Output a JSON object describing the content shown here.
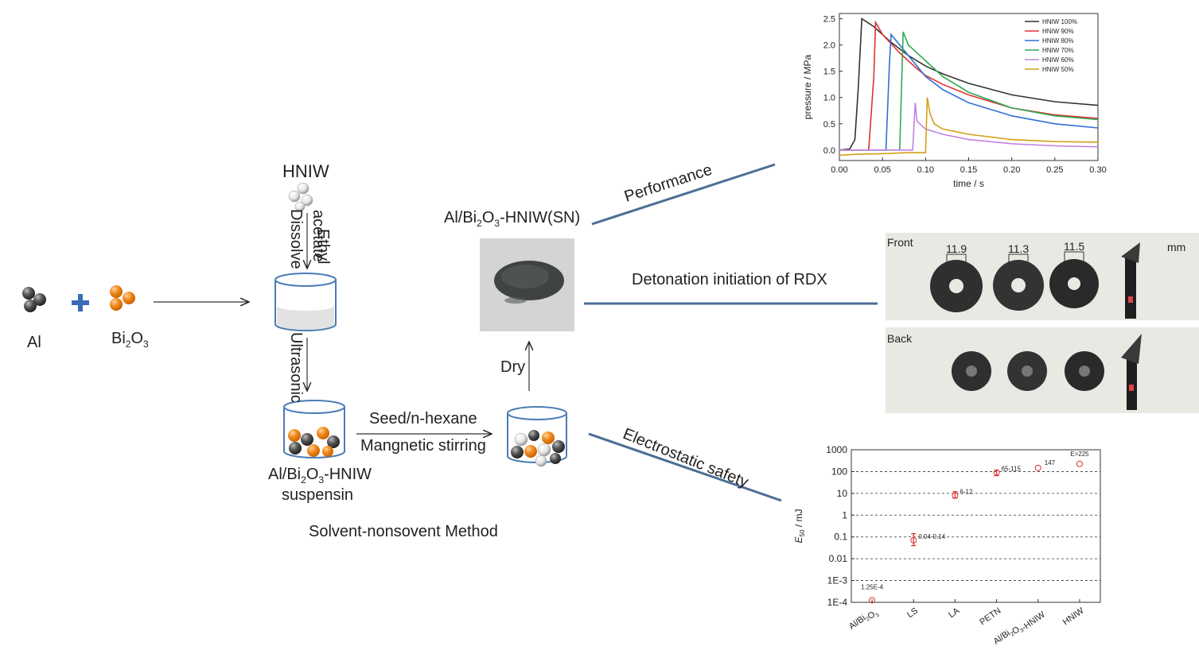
{
  "reactants": {
    "al_label": "Al",
    "bi2o3_label_main": "Bi",
    "bi2o3_sub1": "2",
    "bi2o3_label_o": "O",
    "bi2o3_sub2": "3"
  },
  "process": {
    "hniw_label": "HNIW",
    "ethyl_label": "Ethyl",
    "acetate_label": "acetate",
    "dissolve_label": "Dissolve",
    "ultrasonic_label": "Ultrasonic",
    "suspension_line1_pre": "Al/Bi",
    "suspension_line1_sub1": "2",
    "suspension_line1_mid": "O",
    "suspension_line1_sub2": "3",
    "suspension_line1_post": "-HNIW",
    "suspension_line2": "suspensin",
    "seed_label": "Seed/n-hexane",
    "stirring_label": "Mangnetic stirring",
    "dry_label": "Dry",
    "product_pre": "Al/Bi",
    "product_sub1": "2",
    "product_mid": "O",
    "product_sub2": "3",
    "product_post": "-HNIW(SN)",
    "method_label": "Solvent-nonsovent Method"
  },
  "branches": {
    "performance": "Performance",
    "detonation": "Detonation initiation of RDX",
    "electrostatic": "Electrostatic safety"
  },
  "photo": {
    "front_label": "Front",
    "back_label": "Back",
    "unit_label": "mm",
    "dims": [
      "11.9",
      "11.3",
      "11.5"
    ]
  },
  "colors": {
    "connector": "#4a6e96",
    "beaker": "#4a7db5",
    "orange_particle": "#f08a1e",
    "grey_particle": "#444444"
  },
  "chart_data": [
    {
      "type": "line",
      "xlabel": "time / s",
      "ylabel": "pressure / MPa",
      "xlim": [
        0.0,
        0.3
      ],
      "ylim": [
        -0.2,
        2.6
      ],
      "xticks": [
        "0.00",
        "0.05",
        "0.10",
        "0.15",
        "0.20",
        "0.25",
        "0.30"
      ],
      "yticks": [
        "0.0",
        "0.5",
        "1.0",
        "1.5",
        "2.0",
        "2.5"
      ],
      "legend_position": "top-right",
      "series": [
        {
          "name": "HNIW 100%",
          "color": "#333333",
          "x": [
            0.0,
            0.012,
            0.018,
            0.022,
            0.026,
            0.04,
            0.06,
            0.08,
            0.1,
            0.12,
            0.15,
            0.2,
            0.25,
            0.3
          ],
          "y": [
            0.0,
            0.02,
            0.2,
            1.2,
            2.5,
            2.35,
            2.05,
            1.8,
            1.6,
            1.45,
            1.27,
            1.05,
            0.92,
            0.85
          ]
        },
        {
          "name": "HNIW 90%",
          "color": "#e03030",
          "x": [
            0.0,
            0.034,
            0.04,
            0.042,
            0.05,
            0.07,
            0.09,
            0.1,
            0.12,
            0.15,
            0.2,
            0.25,
            0.3
          ],
          "y": [
            0.0,
            0.0,
            1.4,
            2.43,
            2.2,
            1.85,
            1.55,
            1.42,
            1.25,
            1.05,
            0.8,
            0.67,
            0.6
          ]
        },
        {
          "name": "HNIW 80%",
          "color": "#2f6fd6",
          "x": [
            0.0,
            0.054,
            0.058,
            0.06,
            0.07,
            0.09,
            0.1,
            0.12,
            0.15,
            0.2,
            0.25,
            0.3
          ],
          "y": [
            0.0,
            0.0,
            1.6,
            2.2,
            2.0,
            1.6,
            1.4,
            1.15,
            0.9,
            0.65,
            0.5,
            0.42
          ]
        },
        {
          "name": "HNIW 70%",
          "color": "#2daa55",
          "x": [
            0.0,
            0.07,
            0.074,
            0.08,
            0.09,
            0.1,
            0.12,
            0.15,
            0.2,
            0.25,
            0.3
          ],
          "y": [
            0.0,
            0.0,
            2.25,
            2.0,
            1.85,
            1.7,
            1.4,
            1.1,
            0.8,
            0.65,
            0.58
          ]
        },
        {
          "name": "HNIW 60%",
          "color": "#c183e0",
          "x": [
            0.0,
            0.085,
            0.088,
            0.09,
            0.1,
            0.12,
            0.15,
            0.2,
            0.25,
            0.3
          ],
          "y": [
            0.0,
            0.0,
            0.9,
            0.55,
            0.4,
            0.3,
            0.2,
            0.12,
            0.08,
            0.06
          ]
        },
        {
          "name": "HNIW 50%",
          "color": "#d4a017",
          "x": [
            0.0,
            0.02,
            0.05,
            0.08,
            0.1,
            0.102,
            0.105,
            0.11,
            0.12,
            0.15,
            0.2,
            0.25,
            0.3
          ],
          "y": [
            -0.1,
            -0.08,
            -0.07,
            -0.05,
            -0.05,
            1.0,
            0.7,
            0.5,
            0.4,
            0.3,
            0.2,
            0.16,
            0.15
          ]
        }
      ]
    },
    {
      "type": "scatter",
      "ylabel_italic": "E",
      "ylabel_sub": "50",
      "ylabel_rest": " / mJ",
      "yscale": "log",
      "ylim": [
        0.0001,
        1000
      ],
      "yticks": [
        "1000",
        "100",
        "10",
        "1",
        "0.1",
        "0.01",
        "1E-3",
        "1E-4"
      ],
      "grid": true,
      "categories": [
        "Al/Bi2O3",
        "LS",
        "LA",
        "PETN",
        "Al/Bi2O3-HNIW",
        "HNIW"
      ],
      "category_labels": [
        {
          "pre": "Al/Bi",
          "sub1": "2",
          "mid": "O",
          "sub2": "3",
          "post": ""
        },
        {
          "pre": "LS"
        },
        {
          "pre": "LA"
        },
        {
          "pre": "PETN"
        },
        {
          "pre": "Al/Bi",
          "sub1": "2",
          "mid": "O",
          "sub2": "3",
          "post": "-HNIW"
        },
        {
          "pre": "HNIW"
        }
      ],
      "values": [
        0.000125,
        0.07,
        8,
        90,
        147,
        225
      ],
      "error_low": [
        null,
        0.04,
        6,
        65,
        null,
        null
      ],
      "error_high": [
        null,
        0.14,
        12,
        115,
        null,
        null
      ],
      "annotations": [
        "1.25E-4",
        "0.04-0.14",
        "6-12",
        "65-115",
        "147",
        "E>225"
      ],
      "marker_color": "#e03030"
    }
  ]
}
